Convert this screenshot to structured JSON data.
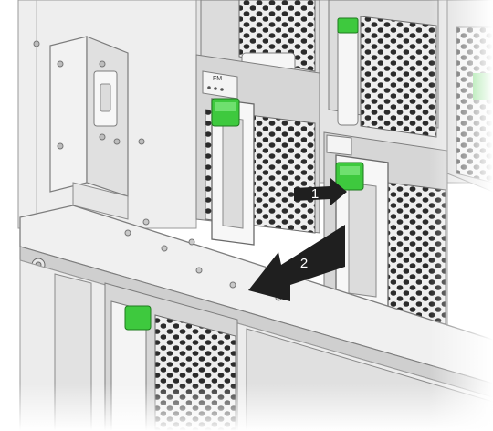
{
  "steps": [
    {
      "number": "1",
      "action": "press-latch"
    },
    {
      "number": "2",
      "action": "pull-out-fan-module"
    }
  ],
  "labels": {
    "fan_module_tag": "FM"
  },
  "colors": {
    "chassis": "#e9e9e9",
    "chassis_shadow": "#c9c9c9",
    "fan_grille": "#2b2b2b",
    "latch_green": "#3ec93e",
    "arrow_fill": "#1f1f1f",
    "arrow_text": "#ffffff"
  },
  "icons": [
    "push-arrow-icon",
    "pull-arrow-icon",
    "latch-icon",
    "fan-grille-icon"
  ]
}
